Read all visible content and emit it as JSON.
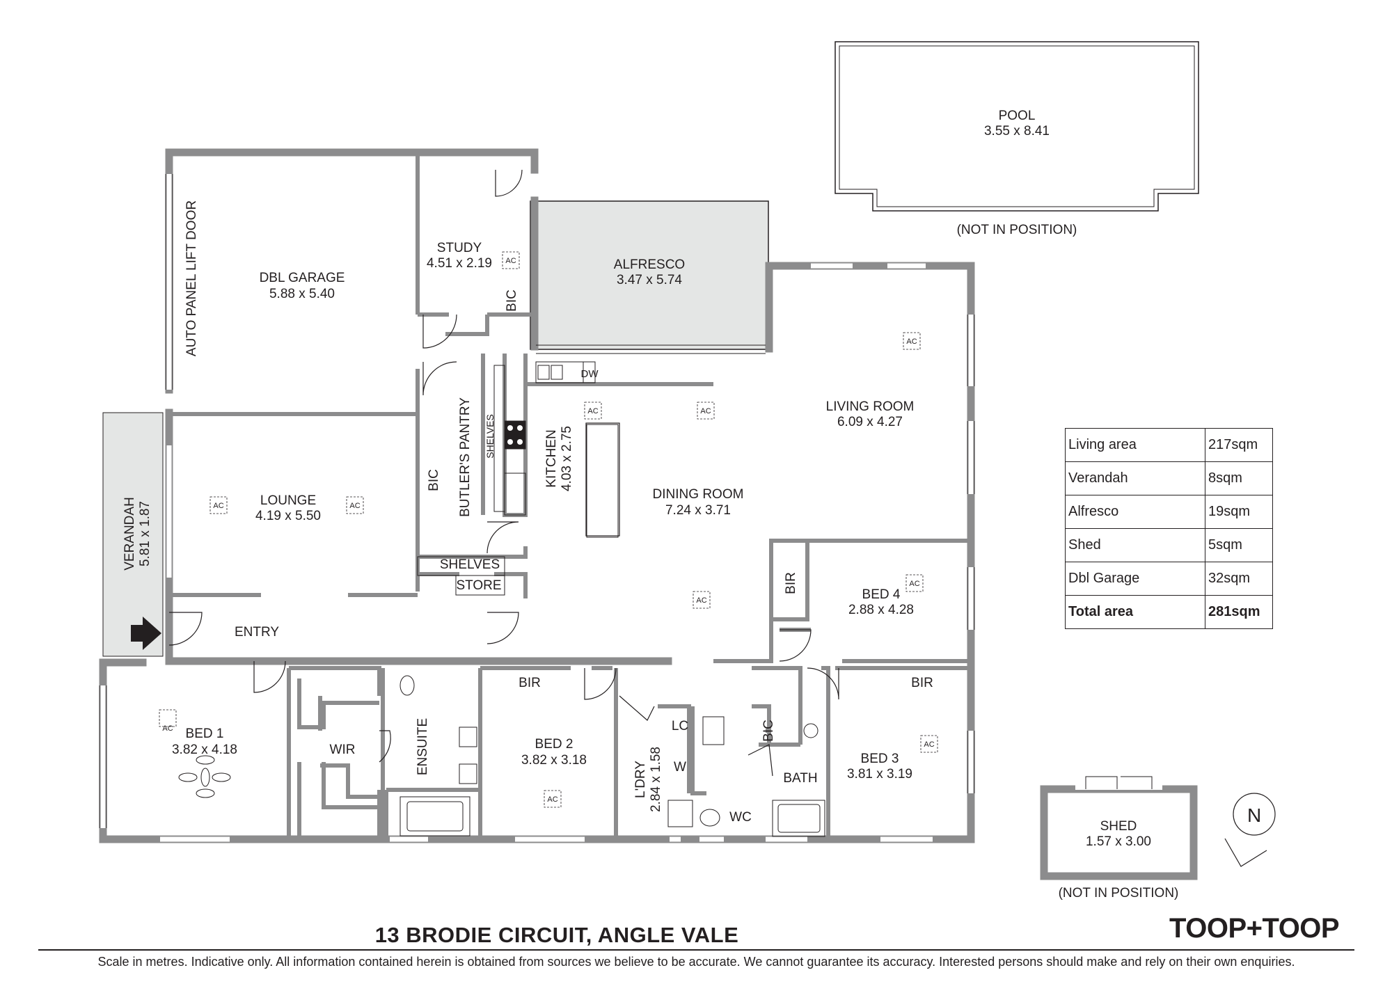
{
  "property": {
    "address": "13 BRODIE CIRCUIT, ANGLE VALE",
    "agency": "TOOP+TOOP",
    "disclaimer": "Scale in metres. Indicative only. All information contained herein is obtained from sources we believe to be accurate. We cannot guarantee its accuracy. Interested persons should make and rely on their own enquiries."
  },
  "rooms": {
    "pool": {
      "name": "POOL",
      "size": "3.55 x 8.41"
    },
    "pool_note": "(NOT IN POSITION)",
    "dbl_garage": {
      "name": "DBL GARAGE",
      "size": "5.88 x 5.40"
    },
    "garage_door": "AUTO PANEL LIFT DOOR",
    "study": {
      "name": "STUDY",
      "size": "4.51 x 2.19"
    },
    "alfresco": {
      "name": "ALFRESCO",
      "size": "3.47 x 5.74"
    },
    "living_room": {
      "name": "LIVING ROOM",
      "size": "6.09 x 4.27"
    },
    "lounge": {
      "name": "LOUNGE",
      "size": "4.19 x 5.50"
    },
    "verandah": {
      "name": "VERANDAH",
      "size": "5.81 x 1.87"
    },
    "butlers_pantry": "BUTLER'S PANTRY",
    "kitchen": {
      "name": "KITCHEN",
      "size": "4.03 x 2.75"
    },
    "dining_room": {
      "name": "DINING ROOM",
      "size": "7.24 x 3.71"
    },
    "bed4": {
      "name": "BED 4",
      "size": "2.88 x 4.28"
    },
    "entry": "ENTRY",
    "shelves": "SHELVES",
    "store": "STORE",
    "bed1": {
      "name": "BED 1",
      "size": "3.82 x 4.18"
    },
    "wir": "WIR",
    "ensuite": "ENSUITE",
    "bed2": {
      "name": "BED 2",
      "size": "3.82 x 3.18"
    },
    "laundry": {
      "name": "L'DRY",
      "size": "2.84 x 1.58"
    },
    "wc": "WC",
    "bath": "BATH",
    "bed3": {
      "name": "BED 3",
      "size": "3.81 x 3.19"
    },
    "shed": {
      "name": "SHED",
      "size": "1.57 x 3.00"
    },
    "shed_note": "(NOT IN POSITION)"
  },
  "labels": {
    "bic": "BIC",
    "bir": "BIR",
    "ac": "AC",
    "dw": "DW",
    "lc": "LC",
    "w": "W",
    "north": "N"
  },
  "areas": [
    {
      "label": "Living area",
      "value": "217sqm"
    },
    {
      "label": "Verandah",
      "value": "8sqm"
    },
    {
      "label": "Alfresco",
      "value": "19sqm"
    },
    {
      "label": "Shed",
      "value": "5sqm"
    },
    {
      "label": "Dbl Garage",
      "value": "32sqm"
    },
    {
      "label": "Total area",
      "value": "281sqm"
    }
  ],
  "colors": {
    "wall": "#8c8c8d",
    "line": "#231f20",
    "shade": "#e4e6e5"
  }
}
